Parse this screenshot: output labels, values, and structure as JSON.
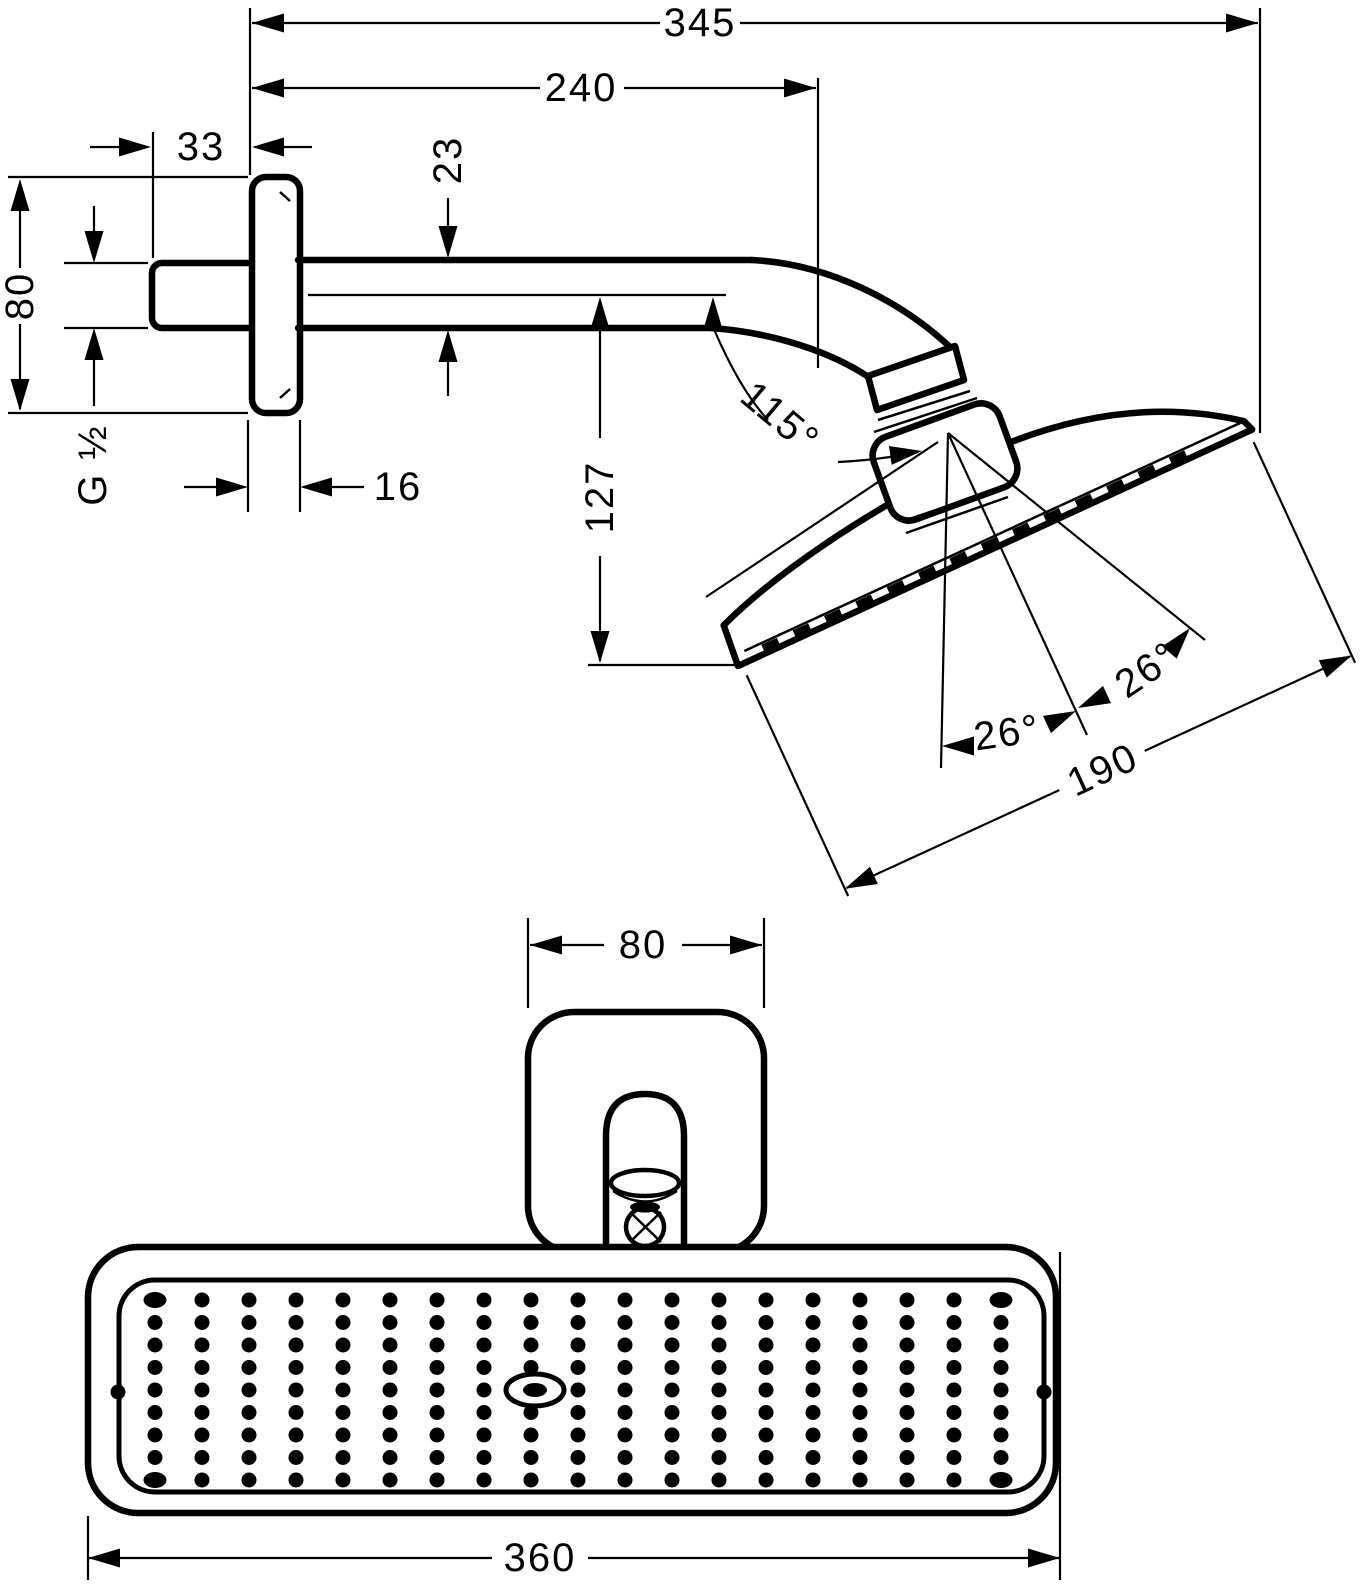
{
  "figure": {
    "type": "technical-drawing",
    "subject": "Overhead shower with shower arm and wall escutcheon, dimensional drawing",
    "colors": {
      "line": "#000000",
      "background": "#ffffff"
    },
    "views": {
      "side": {
        "dimensions": {
          "overall_depth": "345",
          "arm_length": "240",
          "wall_stub_length": "33",
          "arm_height": "23",
          "escutcheon_height": "80",
          "thread_size": "G ½",
          "escutcheon_depth": "16",
          "drop_height": "127",
          "head_angle": "115°",
          "spray_angle_left": "26°",
          "spray_angle_right": "26°",
          "head_face_length": "190"
        }
      },
      "front": {
        "dimensions": {
          "escutcheon_width": "80",
          "head_width": "360"
        }
      }
    }
  }
}
